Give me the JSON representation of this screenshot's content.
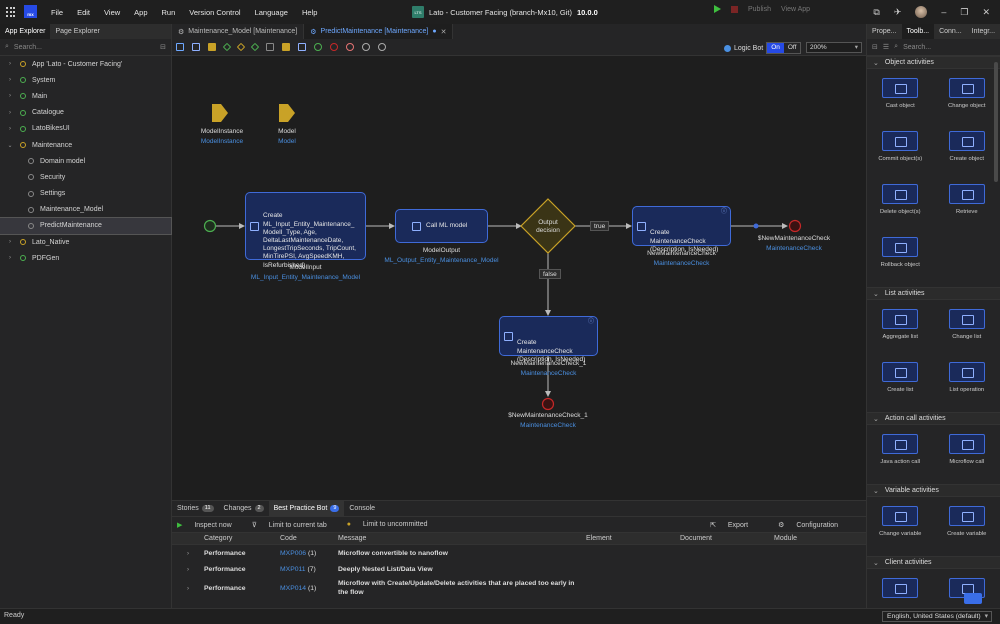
{
  "menu": [
    "File",
    "Edit",
    "View",
    "App",
    "Run",
    "Version Control",
    "Language",
    "Help"
  ],
  "logo_text": "mx",
  "window_title": {
    "badge": "LTS",
    "title": "Lato - Customer Facing (branch-Mx10, Git)",
    "version": "10.0.0"
  },
  "run": {
    "publish": "Publish",
    "view_app": "View App"
  },
  "left_panel": {
    "tabs": [
      "App Explorer",
      "Page Explorer"
    ],
    "search_placeholder": "Search...",
    "items": [
      {
        "label": "App 'Lato - Customer Facing'",
        "chev": "›",
        "icon": "yellow"
      },
      {
        "label": "System",
        "chev": "›",
        "icon": "green"
      },
      {
        "label": "Main",
        "chev": "›",
        "icon": "green"
      },
      {
        "label": "Catalogue",
        "chev": "›",
        "icon": "green"
      },
      {
        "label": "LatoBikesUI",
        "chev": "›",
        "icon": "green"
      },
      {
        "label": "Maintenance",
        "chev": "⌄",
        "icon": "yellow"
      },
      {
        "label": "Domain model",
        "icon": "grey"
      },
      {
        "label": "Security",
        "icon": "grey"
      },
      {
        "label": "Settings",
        "icon": "grey"
      },
      {
        "label": "Maintenance_Model",
        "icon": "grey"
      },
      {
        "label": "PredictMaintenance",
        "icon": "grey"
      },
      {
        "label": "Lato_Native",
        "chev": "›",
        "icon": "yellow"
      },
      {
        "label": "PDFGen",
        "chev": "›",
        "icon": "green"
      }
    ]
  },
  "editor_tabs": [
    {
      "label": "Maintenance_Model [Maintenance]",
      "active": false
    },
    {
      "label": "PredictMaintenance [Maintenance]",
      "active": true
    }
  ],
  "editor_toolbar": {
    "logic_bot": "Logic Bot",
    "on": "On",
    "off": "Off",
    "zoom": "200%"
  },
  "canvas": {
    "params": [
      {
        "name": "ModelInstance",
        "type": "ModelInstance"
      },
      {
        "name": "Model",
        "type": "Model"
      }
    ],
    "create_input": {
      "text": "Create\nML_Input_Entity_Maintenance_\nModelI_Type, Age,\nDeltaLastMaintenanceDate,\nLongestTripSeconds, TripCount,\nMinTirePSI, AvgSpeedKMH,\nIsRefurbished)",
      "label": "ModelInput",
      "sublabel": "ML_Input_Entity_Maintenance_Model"
    },
    "call_ml": {
      "text": "Call ML model",
      "label": "ModelOutput",
      "sublabel": "ML_Output_Entity_Maintenance_Model"
    },
    "decision": {
      "text": "Output\ndecision",
      "true_label": "true",
      "false_label": "false"
    },
    "create_check_top": {
      "text": "Create\nMaintenanceCheck\n(Description, IsNeeded)",
      "label": "NewMaintenanceCheck",
      "sublabel": "MaintenanceCheck"
    },
    "create_check_bottom": {
      "text": "Create\nMaintenanceCheck\n(Description, IsNeeded)",
      "label": "NewMaintenanceCheck_1",
      "sublabel": "MaintenanceCheck"
    },
    "end_top": {
      "label": "$NewMaintenanceCheck",
      "sublabel": "MaintenanceCheck"
    },
    "end_bottom": {
      "label": "$NewMaintenanceCheck_1",
      "sublabel": "MaintenanceCheck"
    }
  },
  "bottom_panel": {
    "tabs": [
      {
        "label": "Stories",
        "count": "11"
      },
      {
        "label": "Changes",
        "count": "2"
      },
      {
        "label": "Best Practice Bot",
        "count": "9"
      },
      {
        "label": "Console",
        "count": ""
      }
    ],
    "actions": {
      "inspect": "Inspect now",
      "limit_tab": "Limit to current tab",
      "limit_uncommitted": "Limit to uncommitted",
      "export": "Export",
      "configuration": "Configuration"
    },
    "columns": [
      "Category",
      "Code",
      "Message",
      "Element",
      "Document",
      "Module"
    ],
    "rows": [
      {
        "category": "Performance",
        "code": "MXP006",
        "count": "(1)",
        "message": "Microflow convertible to nanoflow"
      },
      {
        "category": "Performance",
        "code": "MXP011",
        "count": "(7)",
        "message": "Deeply Nested List/Data View"
      },
      {
        "category": "Performance",
        "code": "MXP014",
        "count": "(1)",
        "message": "Microflow with Create/Update/Delete activities that are placed too early in the flow"
      }
    ]
  },
  "right_panel": {
    "tabs": [
      "Prope...",
      "Toolb...",
      "Conn...",
      "Integr..."
    ],
    "search_placeholder": "Search...",
    "sections": [
      {
        "title": "Object activities",
        "items": [
          "Cast object",
          "Change object",
          "Commit object(s)",
          "Create object",
          "Delete object(s)",
          "Retrieve",
          "Rollback object"
        ]
      },
      {
        "title": "List activities",
        "items": [
          "Aggregate list",
          "Change list",
          "Create list",
          "List operation"
        ]
      },
      {
        "title": "Action call activities",
        "items": [
          "Java action call",
          "Microflow call"
        ]
      },
      {
        "title": "Variable activities",
        "items": [
          "Change variable",
          "Create variable"
        ]
      },
      {
        "title": "Client activities",
        "items": [
          "",
          ""
        ]
      }
    ]
  },
  "status": {
    "left": "Ready",
    "language": "English, United States (default)"
  },
  "colors": {
    "accent": "#264ae5",
    "node_border": "#3f6ad8",
    "start": "#4caf50",
    "end": "#c62828",
    "decision": "#c9a227"
  }
}
